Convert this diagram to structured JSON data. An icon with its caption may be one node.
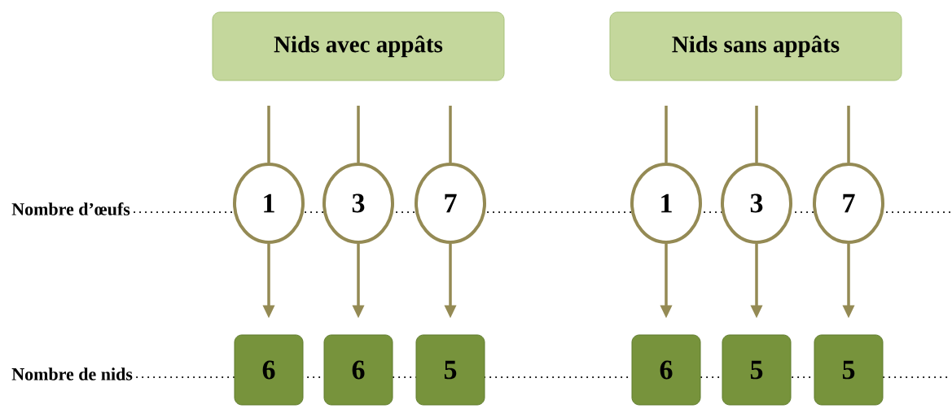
{
  "diagram": {
    "nodes": [
      {
        "text": [
          "Nids avec appâts"
        ]
      },
      {
        "text": [
          "Nids sans appâts"
        ]
      },
      {
        "text": [
          "1"
        ]
      },
      {
        "text": [
          "3"
        ]
      },
      {
        "text": [
          "7"
        ]
      },
      {
        "text": [
          "1"
        ]
      },
      {
        "text": [
          "3"
        ]
      },
      {
        "text": [
          "7"
        ]
      },
      {
        "text": [
          "6"
        ]
      },
      {
        "text": [
          "6"
        ]
      },
      {
        "text": [
          "5"
        ]
      },
      {
        "text": [
          "6"
        ]
      },
      {
        "text": [
          "5"
        ]
      },
      {
        "text": [
          "5"
        ]
      }
    ],
    "edges": [
      {
        "from": null,
        "to": 2,
        "arrow": "none"
      },
      {
        "from": 2,
        "to": 8,
        "arrow": "to"
      },
      {
        "from": null,
        "to": 3,
        "arrow": "none"
      },
      {
        "from": 3,
        "to": 9,
        "arrow": "to"
      },
      {
        "from": null,
        "to": 4,
        "arrow": "none"
      },
      {
        "from": 4,
        "to": 10,
        "arrow": "to"
      },
      {
        "from": null,
        "to": 5,
        "arrow": "none"
      },
      {
        "from": 5,
        "to": 11,
        "arrow": "to"
      },
      {
        "from": null,
        "to": 6,
        "arrow": "none"
      },
      {
        "from": 6,
        "to": 12,
        "arrow": "to"
      },
      {
        "from": null,
        "to": 7,
        "arrow": "none"
      },
      {
        "from": 7,
        "to": 13,
        "arrow": "to"
      }
    ],
    "labels": [
      "Nombre d’œufs",
      "Nombre de nids"
    ]
  }
}
